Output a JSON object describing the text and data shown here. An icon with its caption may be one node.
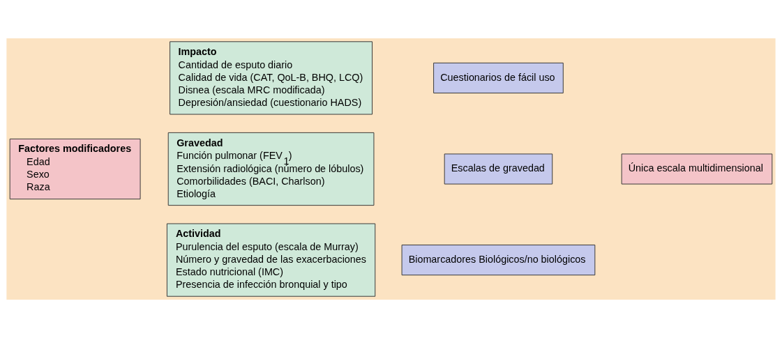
{
  "diagram": {
    "nodes": [
      {
        "text": [
          "Factores modificadores",
          "Edad",
          "Sexo",
          "Raza"
        ]
      },
      {
        "text": [
          "Impacto",
          "Cantidad de esputo diario",
          "Calidad de vida (CAT, QoL-B, BHQ, LCQ)",
          "Disnea (escala MRC modificada)",
          "Depresión/ansiedad (cuestionario HADS)"
        ]
      },
      {
        "text": [
          "Cuestionarios de fácil uso"
        ]
      },
      {
        "text": [
          "Gravedad",
          "Función pulmonar (FEV$_{1}$)",
          "Extensión radiológica (número de lóbulos)",
          "Comorbilidades (BACI, Charlson)",
          "Etiología"
        ]
      },
      {
        "text": [
          "Escalas de gravedad"
        ]
      },
      {
        "text": [
          "Actividad",
          "Purulencia del esputo (escala de Murray)",
          "Número y gravedad de las exacerbaciones",
          "Estado nutricional (IMC)",
          "Presencia de infección bronquial y tipo"
        ]
      },
      {
        "text": [
          "Biomarcadores Biológicos/no biológicos"
        ]
      },
      {
        "text": [
          "Única escala multidimensional"
        ]
      }
    ],
    "edges": []
  }
}
